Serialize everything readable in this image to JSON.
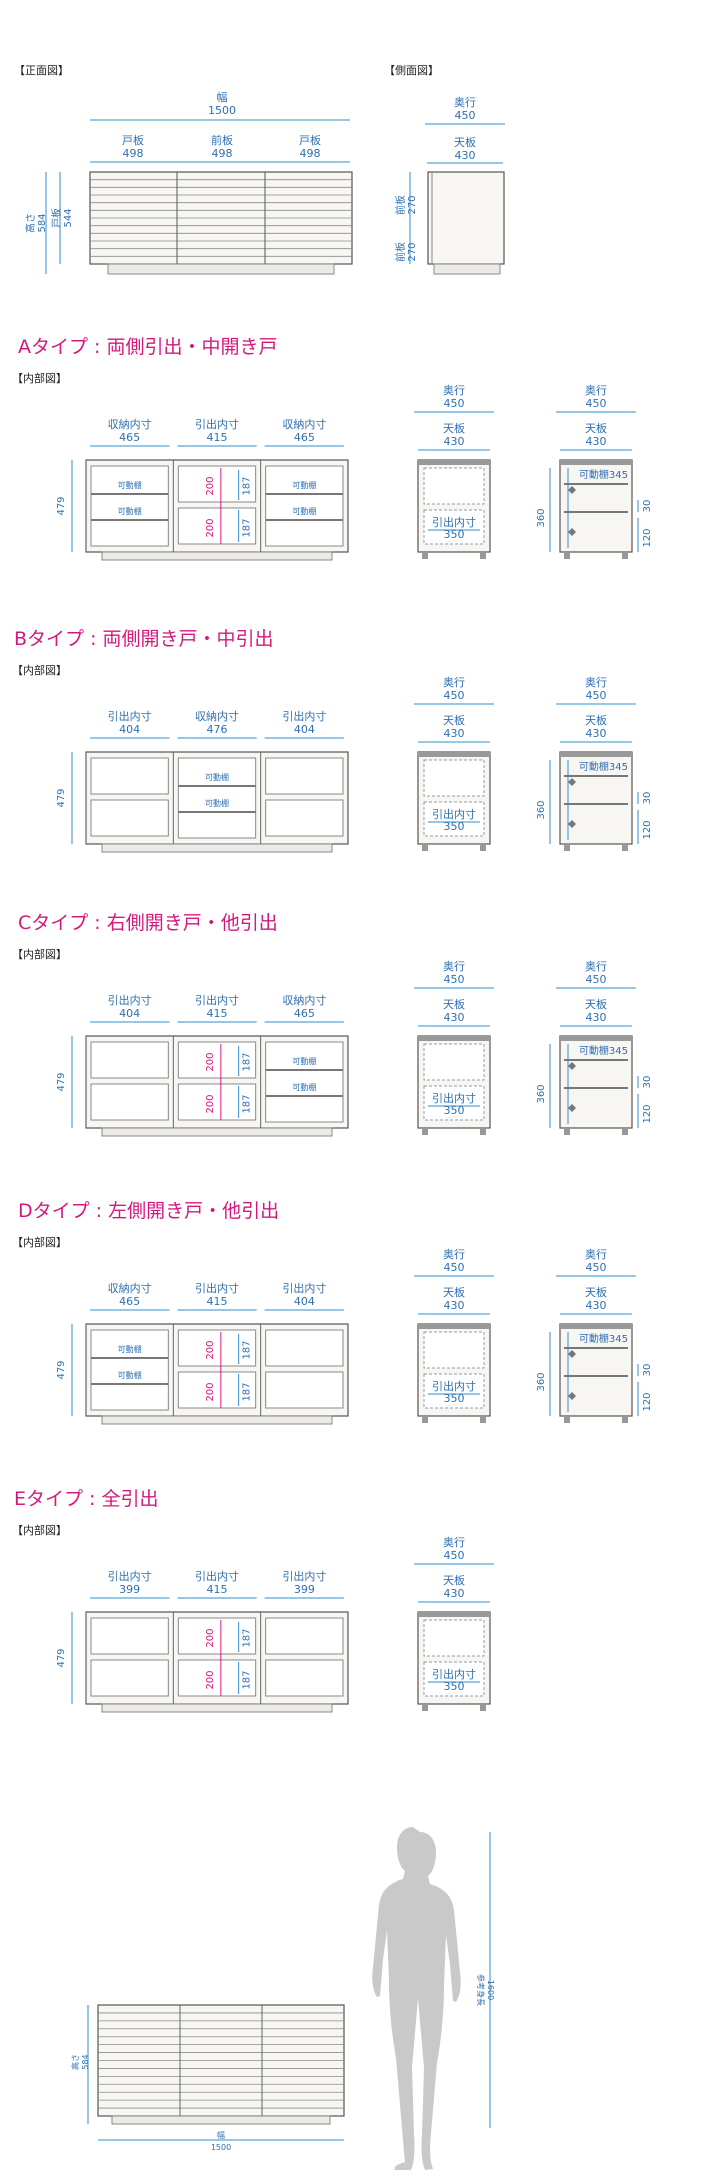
{
  "front": {
    "label": "【正面図】",
    "width_label": "幅",
    "width_value": "1500",
    "door_label": "戸板",
    "door_value": "498",
    "front_label": "前板",
    "front_value": "498",
    "height_label": "高さ",
    "height_value": "584",
    "door_h_label": "戸板",
    "door_h_value": "544"
  },
  "side": {
    "label": "【側面図】",
    "depth_label": "奥行",
    "depth_value": "450",
    "top_label": "天板",
    "top_value": "430",
    "front_label": "前板",
    "front_top": "270",
    "front_bottom": "270"
  },
  "common": {
    "inner": "【内部図】",
    "depth_label": "奥行",
    "depth_value": "450",
    "top_label": "天板",
    "top_value": "430",
    "drawer_label": "引出内寸",
    "drawer_value": "350",
    "shelf_label": "可動棚",
    "shelf345": "可動棚345",
    "h479": "479",
    "h200": "200",
    "h187": "187",
    "h360": "360",
    "h30": "30",
    "h120": "120"
  },
  "types": {
    "a": {
      "title": "Aタイプ : 両側引出・中開き戸",
      "col1_label": "収納内寸",
      "col1_value": "465",
      "col2_label": "引出内寸",
      "col2_value": "415",
      "col3_label": "収納内寸",
      "col3_value": "465"
    },
    "b": {
      "title": "Bタイプ : 両側開き戸・中引出",
      "col1_label": "引出内寸",
      "col1_value": "404",
      "col2_label": "収納内寸",
      "col2_value": "476",
      "col3_label": "引出内寸",
      "col3_value": "404"
    },
    "c": {
      "title": "Cタイプ : 右側開き戸・他引出",
      "col1_label": "引出内寸",
      "col1_value": "404",
      "col2_label": "引出内寸",
      "col2_value": "415",
      "col3_label": "収納内寸",
      "col3_value": "465"
    },
    "d": {
      "title": "Dタイプ : 左側開き戸・他引出",
      "col1_label": "収納内寸",
      "col1_value": "465",
      "col2_label": "引出内寸",
      "col2_value": "415",
      "col3_label": "引出内寸",
      "col3_value": "404"
    },
    "e": {
      "title": "Eタイプ : 全引出",
      "col1_label": "引出内寸",
      "col1_value": "399",
      "col2_label": "引出内寸",
      "col2_value": "415",
      "col3_label": "引出内寸",
      "col3_value": "399"
    }
  },
  "scale": {
    "height_label": "高さ",
    "height_value": "584",
    "width_label": "幅",
    "width_value": "1500",
    "person_label": "参考身長",
    "person_value": "1600"
  }
}
